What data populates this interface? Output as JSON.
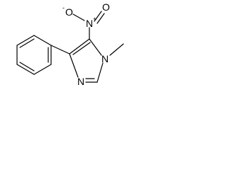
{
  "molecule": {
    "atoms": {
      "nitro_n": "N",
      "nitro_n_charge": "+",
      "nitro_o_top": "O",
      "nitro_o_left": "O",
      "nitro_o_left_charge": "-",
      "ring_n1": "N",
      "ring_n3": "N"
    }
  }
}
